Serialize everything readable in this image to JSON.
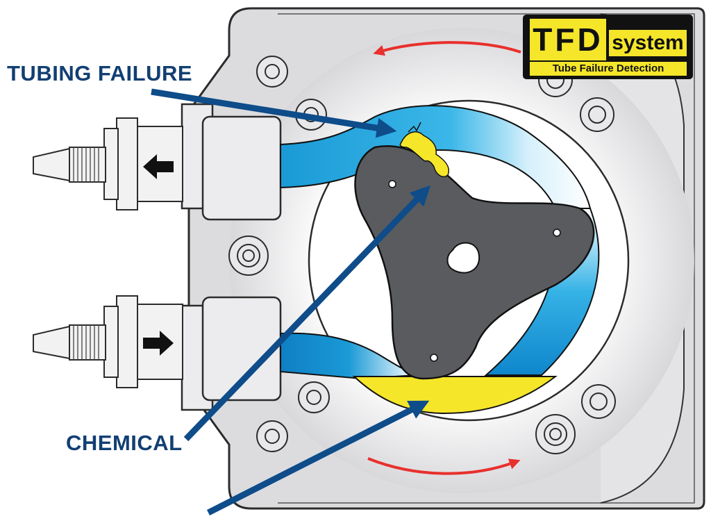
{
  "labels": {
    "tubing_failure": "TUBING FAILURE",
    "chemical": "CHEMICAL"
  },
  "badge": {
    "letters": "TFD",
    "system": "system",
    "subtitle": "Tube Failure Detection"
  },
  "colors": {
    "callout_arrow": "#0e4c8a",
    "rotation_arrow": "#e8302c",
    "tube_blue": "#1aa0dc",
    "chemical_yellow": "#f5e62a",
    "rotor_gray": "#5a5b5e",
    "housing_gray": "#dcdcdf",
    "badge_black": "#111111"
  }
}
